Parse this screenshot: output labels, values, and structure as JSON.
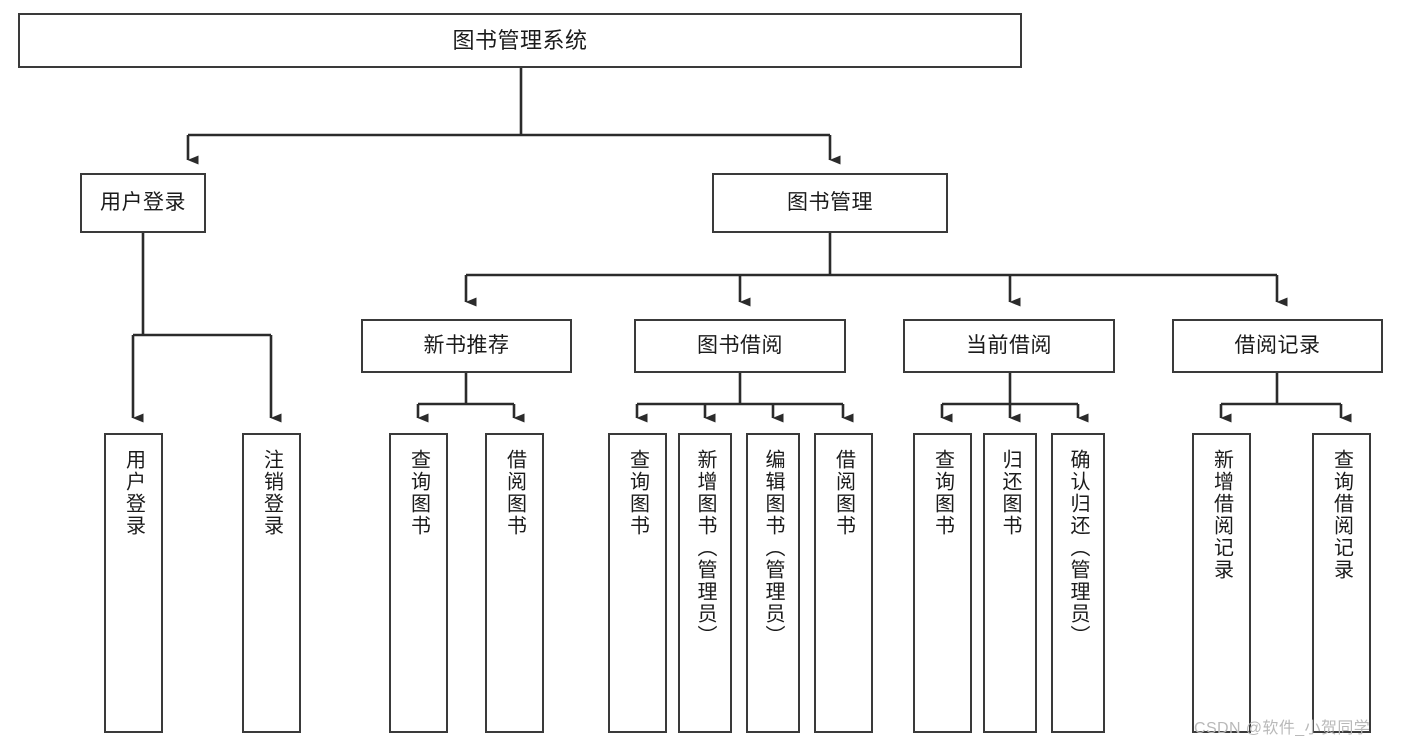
{
  "diagram": {
    "title": "图书管理系统",
    "type": "hierarchy-tree",
    "orientation": "top-down",
    "colors": {
      "box_border": "#3a3a3a",
      "box_fill": "#ffffff",
      "connector": "#2b2b2b",
      "text": "#1b1b1b",
      "watermark": "#b9b9b9"
    },
    "levels": {
      "root": {
        "label": "图书管理系统"
      },
      "level2": [
        {
          "label": "用户登录"
        },
        {
          "label": "图书管理"
        }
      ],
      "level3": [
        {
          "label": "新书推荐"
        },
        {
          "label": "图书借阅"
        },
        {
          "label": "当前借阅"
        },
        {
          "label": "借阅记录"
        }
      ],
      "leaves": [
        {
          "label": "用户登录",
          "parent": "用户登录"
        },
        {
          "label": "注销登录",
          "parent": "用户登录"
        },
        {
          "label": "查询图书",
          "parent": "新书推荐"
        },
        {
          "label": "借阅图书",
          "parent": "新书推荐"
        },
        {
          "label": "查询图书",
          "parent": "图书借阅"
        },
        {
          "label": "新增图书（管理员）",
          "parent": "图书借阅"
        },
        {
          "label": "编辑图书（管理员）",
          "parent": "图书借阅"
        },
        {
          "label": "借阅图书",
          "parent": "图书借阅"
        },
        {
          "label": "查询图书",
          "parent": "当前借阅"
        },
        {
          "label": "归还图书",
          "parent": "当前借阅"
        },
        {
          "label": "确认归还（管理员）",
          "parent": "当前借阅"
        },
        {
          "label": "新增借阅记录",
          "parent": "借阅记录"
        },
        {
          "label": "查询借阅记录",
          "parent": "借阅记录"
        }
      ]
    },
    "watermark": "CSDN @软件_小贺同学"
  }
}
